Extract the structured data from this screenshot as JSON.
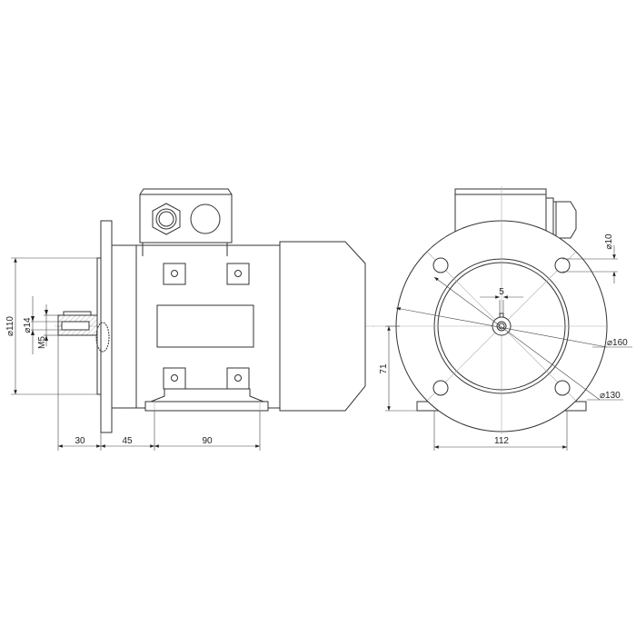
{
  "drawing": {
    "side_view": {
      "dimensions": {
        "flange_spigot_diameter": "⌀110",
        "shaft_diameter": "⌀14",
        "shaft_thread": "M5",
        "shaft_length": "30",
        "flange_to_foot": "45",
        "foot_hole_spacing": "90"
      }
    },
    "front_view": {
      "dimensions": {
        "key_width": "5",
        "hole_diameter": "⌀10",
        "flange_outer_diameter": "⌀160",
        "bolt_circle_diameter": "⌀130",
        "shaft_height": "71",
        "foot_width": "112"
      }
    }
  }
}
